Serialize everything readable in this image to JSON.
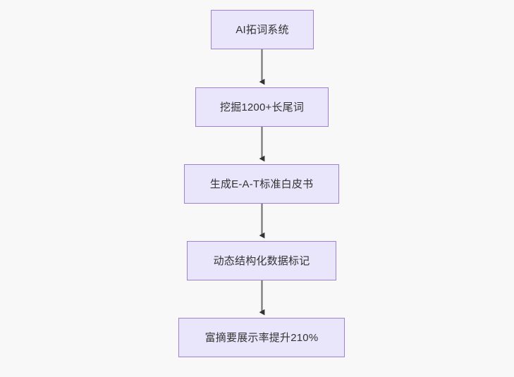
{
  "diagram": {
    "type": "flowchart",
    "orientation": "top-to-bottom",
    "background_color": "#f8f8f8",
    "node_fill_color": "#e9e6fb",
    "node_border_color": "#9f80d3",
    "node_text_color": "#333333",
    "edge_color": "#707070",
    "arrowhead_color": "#333333",
    "nodes": [
      {
        "id": "n1",
        "label": "AI拓词系统"
      },
      {
        "id": "n2",
        "label": "挖掘1200+长尾词"
      },
      {
        "id": "n3",
        "label": "生成E-A-T标准白皮书"
      },
      {
        "id": "n4",
        "label": "动态结构化数据标记"
      },
      {
        "id": "n5",
        "label": "富摘要展示率提升210%"
      }
    ],
    "edges": [
      {
        "from": "n1",
        "to": "n2",
        "label": ""
      },
      {
        "from": "n2",
        "to": "n3",
        "label": ""
      },
      {
        "from": "n3",
        "to": "n4",
        "label": ""
      },
      {
        "from": "n4",
        "to": "n5",
        "label": ""
      }
    ]
  }
}
